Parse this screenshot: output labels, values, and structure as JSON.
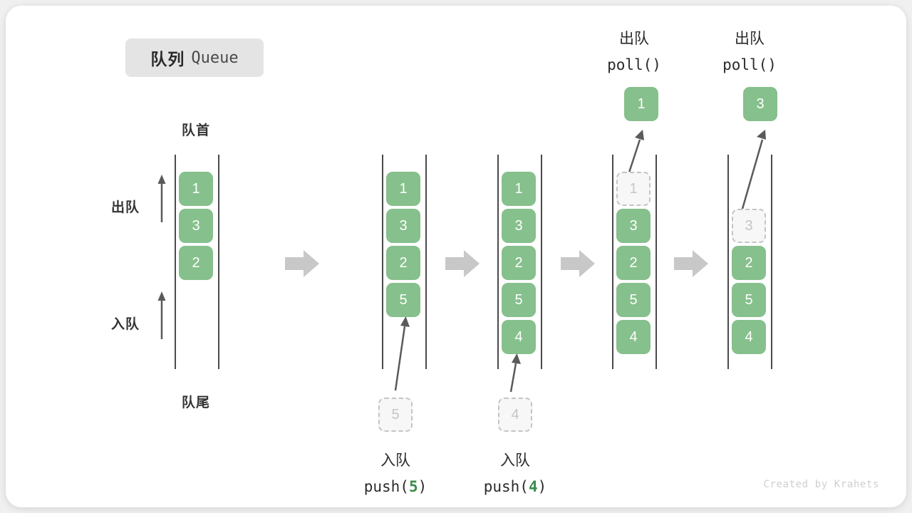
{
  "title": {
    "cn": "队列",
    "en": "Queue"
  },
  "legend": {
    "front_label": "队首",
    "rear_label": "队尾",
    "dequeue_label": "出队",
    "enqueue_label": "入队"
  },
  "colors": {
    "element_fill": "#86c08c",
    "element_text": "#ffffff",
    "ghost_fill": "#f7f7f7",
    "ghost_border": "#c4c4c4",
    "ghost_text": "#c6c6c6",
    "rail": "#4a4a4a",
    "separator_arrow": "#c8c8c8",
    "accent_number": "#3c8c4a",
    "card_bg": "#ffffff",
    "page_bg": "#f0f0f0",
    "chip_bg": "#e4e4e4"
  },
  "columns": [
    {
      "id": "initial",
      "elements": [
        "1",
        "3",
        "2"
      ],
      "ghost_index": -1,
      "caption_cn": "",
      "caption_code": "",
      "code_arg": "",
      "input_ghost": "",
      "output_value": "",
      "header_cn": "",
      "header_code": ""
    },
    {
      "id": "push-5",
      "elements": [
        "1",
        "3",
        "2",
        "5"
      ],
      "ghost_index": -1,
      "caption_cn": "入队",
      "caption_code": "push(",
      "code_arg": "5",
      "input_ghost": "5",
      "output_value": "",
      "header_cn": "",
      "header_code": ""
    },
    {
      "id": "push-4",
      "elements": [
        "1",
        "3",
        "2",
        "5",
        "4"
      ],
      "ghost_index": -1,
      "caption_cn": "入队",
      "caption_code": "push(",
      "code_arg": "4",
      "input_ghost": "4",
      "output_value": "",
      "header_cn": "",
      "header_code": ""
    },
    {
      "id": "poll-1",
      "elements": [
        "1",
        "3",
        "2",
        "5",
        "4"
      ],
      "ghost_index": 0,
      "caption_cn": "",
      "caption_code": "",
      "code_arg": "",
      "input_ghost": "",
      "output_value": "1",
      "header_cn": "出队",
      "header_code": "poll()"
    },
    {
      "id": "poll-3",
      "elements": [
        "3",
        "2",
        "5",
        "4"
      ],
      "ghost_index": 0,
      "elements_offset": 1,
      "caption_cn": "",
      "caption_code": "",
      "code_arg": "",
      "input_ghost": "",
      "output_value": "3",
      "header_cn": "出队",
      "header_code": "poll()"
    }
  ],
  "separators": [
    "arrow-right",
    "arrow-right",
    "arrow-right",
    "arrow-right"
  ],
  "credit": "Created by Krahets"
}
